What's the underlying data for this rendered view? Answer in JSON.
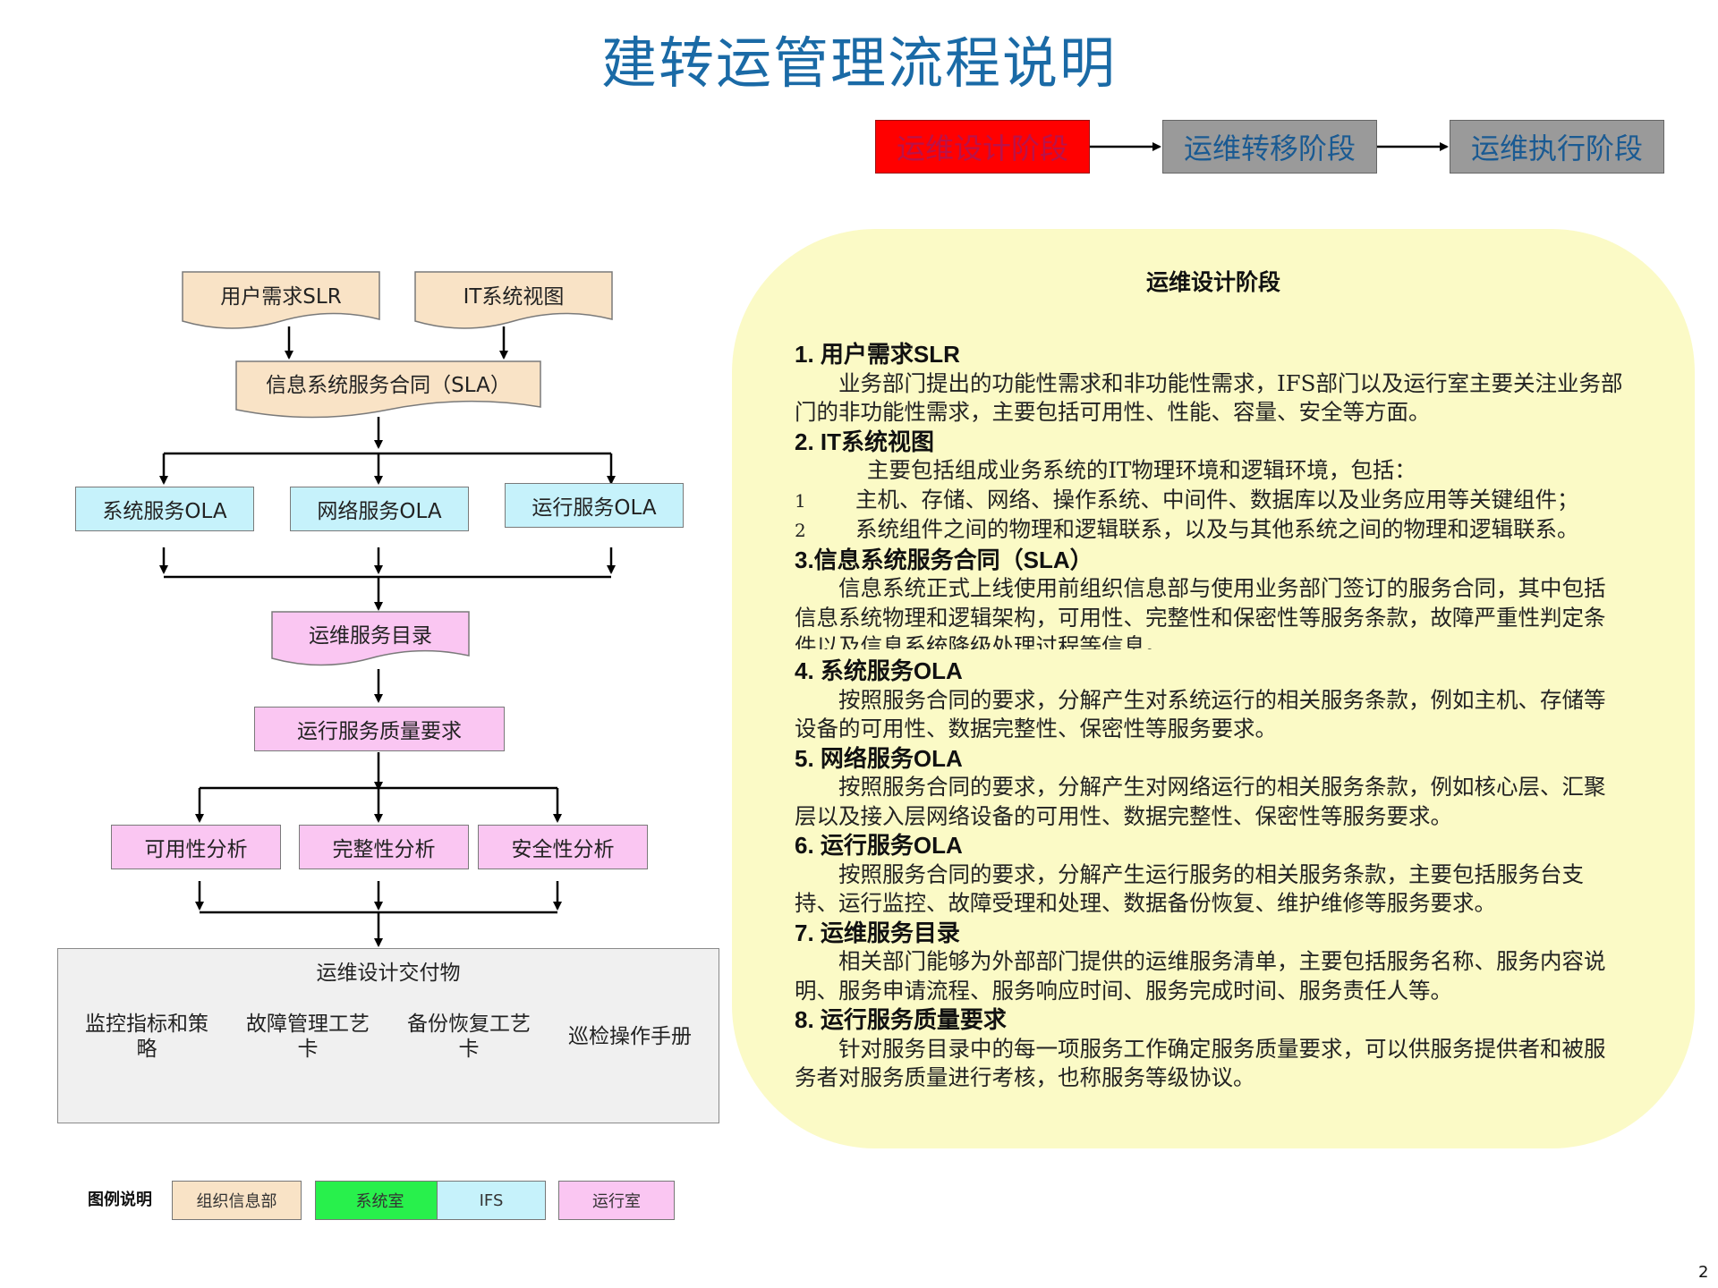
{
  "title": "建转运管理流程说明",
  "phases": [
    {
      "label": "运维设计阶段",
      "state": "active"
    },
    {
      "label": "运维转移阶段",
      "state": "inactive"
    },
    {
      "label": "运维执行阶段",
      "state": "inactive"
    }
  ],
  "flow": {
    "slr": "用户需求SLR",
    "itview": "IT系统视图",
    "sla": "信息系统服务合同（SLA）",
    "ola_system": "系统服务OLA",
    "ola_network": "网络服务OLA",
    "ola_run": "运行服务OLA",
    "catalog": "运维服务目录",
    "quality": "运行服务质量要求",
    "availability": "可用性分析",
    "integrity": "完整性分析",
    "security": "安全性分析",
    "deliverables_title": "运维设计交付物",
    "deliverables": [
      "监控指标和策略",
      "故障管理工艺卡",
      "备份恢复工艺卡",
      "巡检操作手册"
    ]
  },
  "panel": {
    "title": "运维设计阶段",
    "s1_h": "1. 用户需求SLR",
    "s1_p": "业务部门提出的功能性需求和非功能性需求，IFS部门以及运行室主要关注业务部门的非功能性需求，主要包括可用性、性能、容量、安全等方面。",
    "s2_h": "2. IT系统视图",
    "s2_intro": "主要包括组成业务系统的IT物理环境和逻辑环境，包括：",
    "s2_i1_num": "1",
    "s2_i1": "主机、存储、网络、操作系统、中间件、数据库以及业务应用等关键组件；",
    "s2_i2_num": "2",
    "s2_i2": "系统组件之间的物理和逻辑联系，以及与其他系统之间的物理和逻辑联系。",
    "s3_h": "3.信息系统服务合同（SLA）",
    "s3_p": "信息系统正式上线使用前组织信息部与使用业务部门签订的服务合同，其中包括信息系统物理和逻辑架构，可用性、完整性和保密性等服务条款，故障严重性判定条件以及信息系统降级处理过程等信息。",
    "s4_h": "4. 系统服务OLA",
    "s4_p": "按照服务合同的要求，分解产生对系统运行的相关服务条款，例如主机、存储等设备的可用性、数据完整性、保密性等服务要求。",
    "s5_h": "5. 网络服务OLA",
    "s5_p": "按照服务合同的要求，分解产生对网络运行的相关服务条款，例如核心层、汇聚层以及接入层网络设备的可用性、数据完整性、保密性等服务要求。",
    "s6_h": "6. 运行服务OLA",
    "s6_p": "按照服务合同的要求，分解产生运行服务的相关服务条款，主要包括服务台支持、运行监控、故障受理和处理、数据备份恢复、维护维修等服务要求。",
    "s7_h": "7. 运维服务目录",
    "s7_p": "相关部门能够为外部部门提供的运维服务清单，主要包括服务名称、服务内容说明、服务申请流程、服务响应时间、服务完成时间、服务责任人等。",
    "s8_h": "8. 运行服务质量要求",
    "s8_p": "针对服务目录中的每一项服务工作确定服务质量要求，可以供服务提供者和被服务者对服务质量进行考核，也称服务等级协议。"
  },
  "legend": {
    "label": "图例说明",
    "items": [
      {
        "label": "组织信息部",
        "color": "#f9e3c6"
      },
      {
        "label": "系统室",
        "color": "#28f04c"
      },
      {
        "label": "IFS",
        "color": "#c6f2fb"
      },
      {
        "label": "运行室",
        "color": "#fac6f2"
      }
    ]
  },
  "page_number": "2",
  "colors": {
    "accent_title": "#1a6aa6",
    "active_phase": "#ff0000",
    "inactive_phase": "#9a9a9a",
    "panel_bg": "#fbfac6"
  }
}
